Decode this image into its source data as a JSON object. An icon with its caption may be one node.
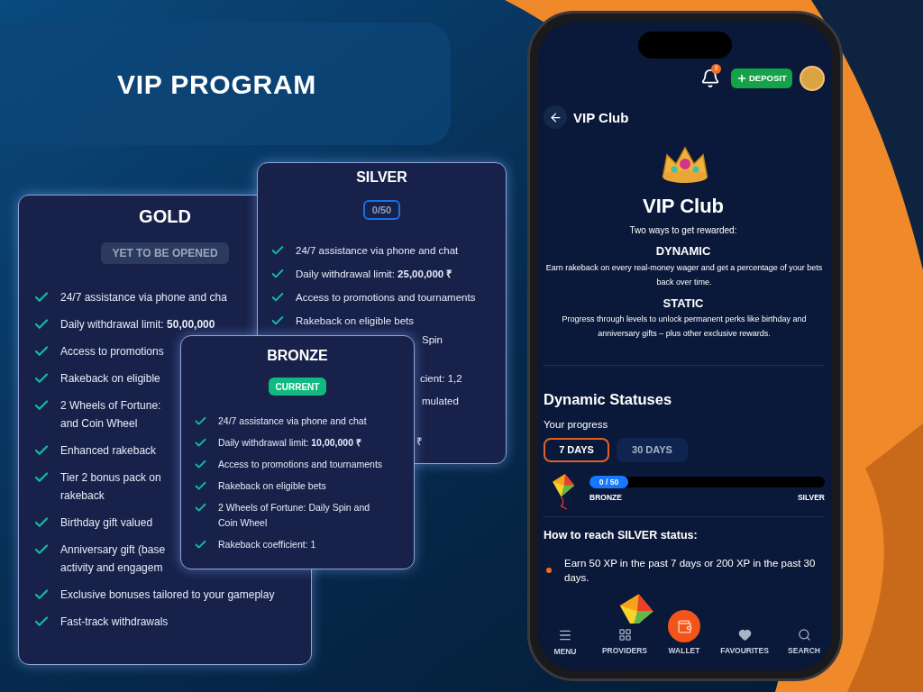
{
  "diagram": {
    "nodes": [
      {
        "text": [
          "VIP PROGRAM"
        ]
      },
      {
        "text": [
          "GOLD",
          "YET TO BE OPENED",
          "24/7 assistance via phone and cha",
          "Daily withdrawal limit: **50,00,000**",
          "Access to promotions",
          "Rakeback on eligible",
          "2 Wheels of Fortune: and Coin Wheel",
          "Enhanced rakeback",
          "Tier 2 bonus pack on rakeback",
          "Birthday gift valued",
          "Anniversary gift (base activity and engagem",
          "Exclusive bonuses tailored to your gameplay",
          "Fast-track withdrawals"
        ]
      },
      {
        "text": [
          "SILVER",
          "0/50",
          "24/7 assistance via phone and chat",
          "Daily withdrawal limit: **25,00,000 ₹**",
          "Access to promotions and tournaments",
          "Rakeback on eligible bets",
          "Spin",
          "cient: 1,2",
          "mulated",
          "₹"
        ]
      },
      {
        "text": [
          "BRONZE",
          "CURRENT",
          "24/7 assistance via phone and chat",
          "Daily withdrawal limit: **10,00,000 ₹**",
          "Access to promotions and tournaments",
          "Rakeback on eligible bets",
          "2 Wheels of Fortune: Daily Spin and Coin Wheel",
          "Rakeback coefficient: 1"
        ]
      }
    ],
    "labels": [
      "3",
      "DEPOSIT",
      "VIP Club",
      "VIP Club",
      "Two ways to get rewarded:",
      "DYNAMIC",
      "Earn rakeback on every real-money wager and get a percentage of your bets back over time.",
      "STATIC",
      "Progress through levels to unlock permanent perks like birthday and anniversary gifts – plus other exclusive rewards.",
      "Dynamic Statuses",
      "Your progress",
      "7 DAYS",
      "30 DAYS",
      "0 / 50",
      "BRONZE",
      "SILVER",
      "How to reach SILVER status:",
      "Earn 50 XP in the past 7 days or 200 XP in the past 30 days.",
      "MENU",
      "PROVIDERS",
      "WALLET",
      "FAVOURITES",
      "SEARCH"
    ]
  }
}
